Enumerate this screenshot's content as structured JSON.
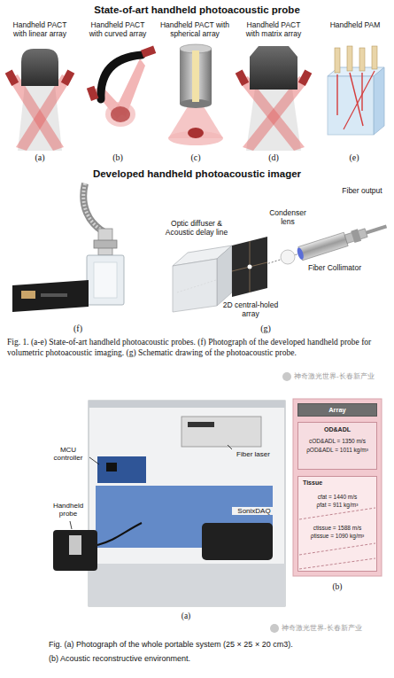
{
  "diagram": {
    "title": "State-of-art handheld photoacoustic probe",
    "caption": "Fig. 1. (a-e) State-of-art handheld photoacoustic probes. (f) Photograph of the developed handheld probe for volumetric photoacoustic imaging. (g) Schematic drawing of the photoacoustic probe.",
    "nodes": [
      {
        "text": [
          "Array"
        ]
      },
      {
        "text": [
          "OD&ADL",
          "cOD&ADL = 1350 m/s",
          "ρOD&ADL = 1011 kg/m³"
        ]
      },
      {
        "text": [
          "Tissue",
          "cfat = 1440 m/s",
          "ρfat = 911 kg/m³",
          "ctissue = 1588 m/s",
          "ρtissue = 1090 kg/m³"
        ]
      }
    ],
    "labels": [
      "Handheld PACT with linear array",
      "Handheld PACT with curved array",
      "Handheld PACT with spherical array",
      "Handheld PACT with matrix array",
      "Handheld PAM",
      "(a)",
      "(b)",
      "(c)",
      "(d)",
      "(e)",
      "Developed handheld photoacoustic imager",
      "Fiber output",
      "Condenser lens",
      "Optic diffuser & Acoustic delay line",
      "Fiber Collimator",
      "2D central-holed array",
      "(f)",
      "(g)",
      "神奇激光世界-长春新产业",
      "MCU controller",
      "Fiber laser",
      "Handheld probe",
      "SonixDAQ",
      "(a)",
      "(b)",
      "神奇激光世界-长春新产业",
      "Fig. (a) Photograph of the whole portable system (25 × 25 × 20 cm3).",
      "(b) Acoustic reconstructive environment."
    ]
  }
}
